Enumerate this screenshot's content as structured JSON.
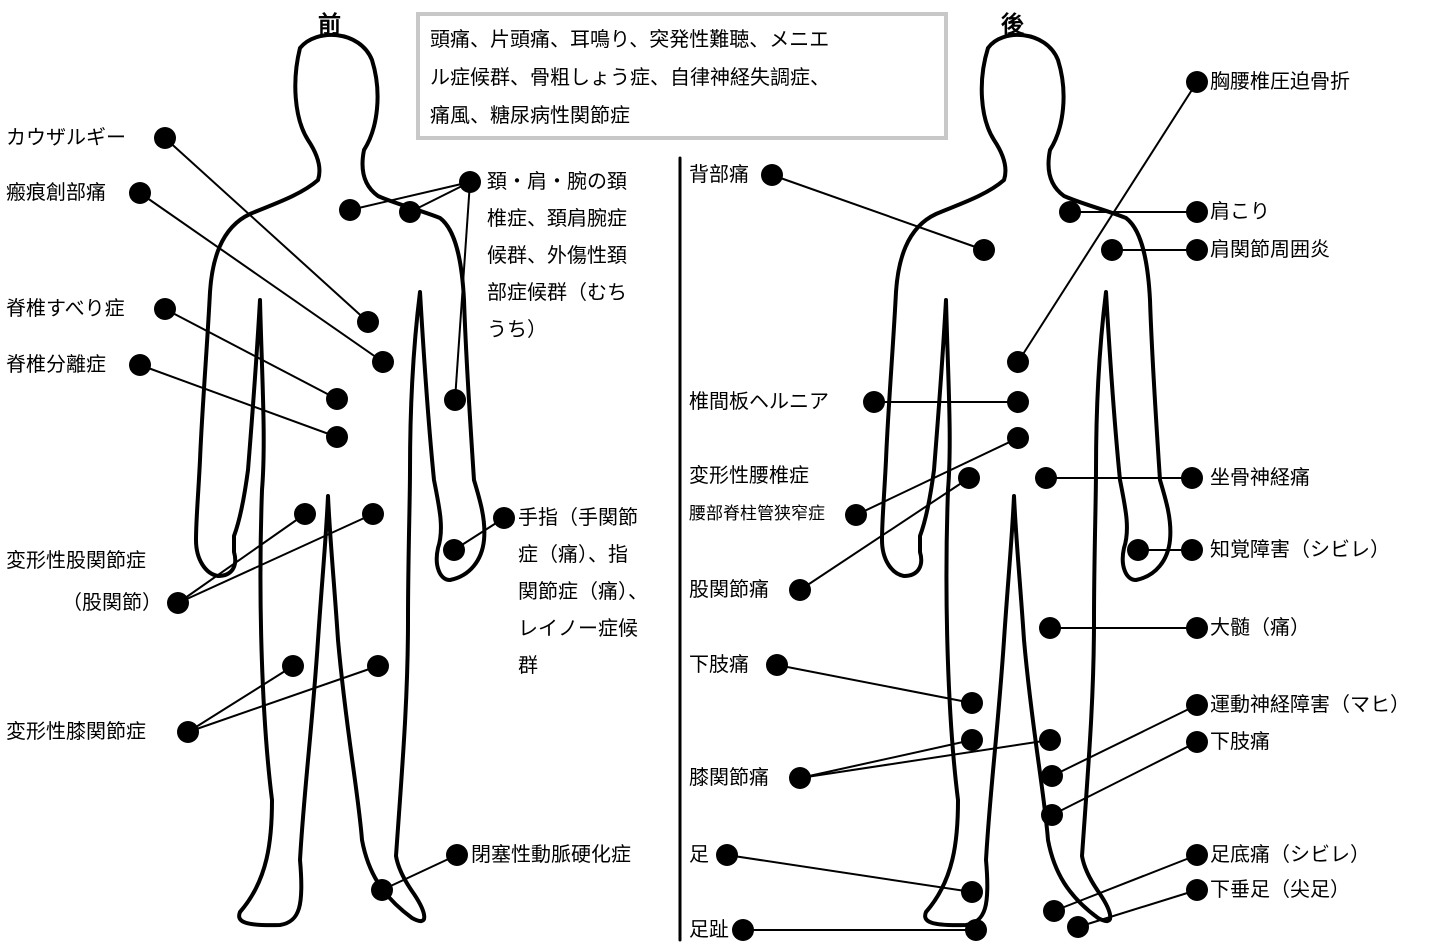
{
  "views": {
    "front": "前",
    "back": "後"
  },
  "info_box": "頭痛、片頭痛、耳鳴り、突発性難聴、メニエ\nル症候群、骨粗しょう症、自律神経失調症、\n痛風、糖尿病性関節症",
  "front_labels": {
    "causalgia": "カウザルギー",
    "scar_pain": "瘢痕創部痛",
    "spondylolisthesis": "脊椎すべり症",
    "spondylolysis": "脊椎分離症",
    "hip_oa_1": "変形性股関節症",
    "hip_oa_2": "（股関節）",
    "knee_oa": "変形性膝関節症",
    "neck_shoulder_arm": "頚・肩・腕の頚\n椎症、頚肩腕症\n候群、外傷性頚\n部症候群（むち\nうち）",
    "hand_finger": "手指（手関節\n症（痛）、指\n関節症（痛）、\nレイノー症候\n群",
    "aso": "閉塞性動脈硬化症"
  },
  "back_labels": {
    "back_pain": "背部痛",
    "disc_hernia": "椎間板ヘルニア",
    "lumbar_spondylosis": "変形性腰椎症",
    "lumbar_stenosis": "腰部脊柱管狭窄症",
    "hip_pain": "股関節痛",
    "lower_limb_pain_l": "下肢痛",
    "knee_pain": "膝関節痛",
    "foot": "足",
    "toe": "足趾",
    "compression_fracture": "胸腰椎圧迫骨折",
    "stiff_shoulder": "肩こり",
    "periarthritis": "肩関節周囲炎",
    "sciatica": "坐骨神経痛",
    "sensory_disorder": "知覚障害（シビレ）",
    "thigh_pain": "大髄（痛）",
    "motor_disorder": "運動神経障害（マヒ）",
    "lower_limb_pain_r": "下肢痛",
    "plantar_pain": "足底痛（シビレ）",
    "drop_foot": "下垂足（尖足）"
  }
}
